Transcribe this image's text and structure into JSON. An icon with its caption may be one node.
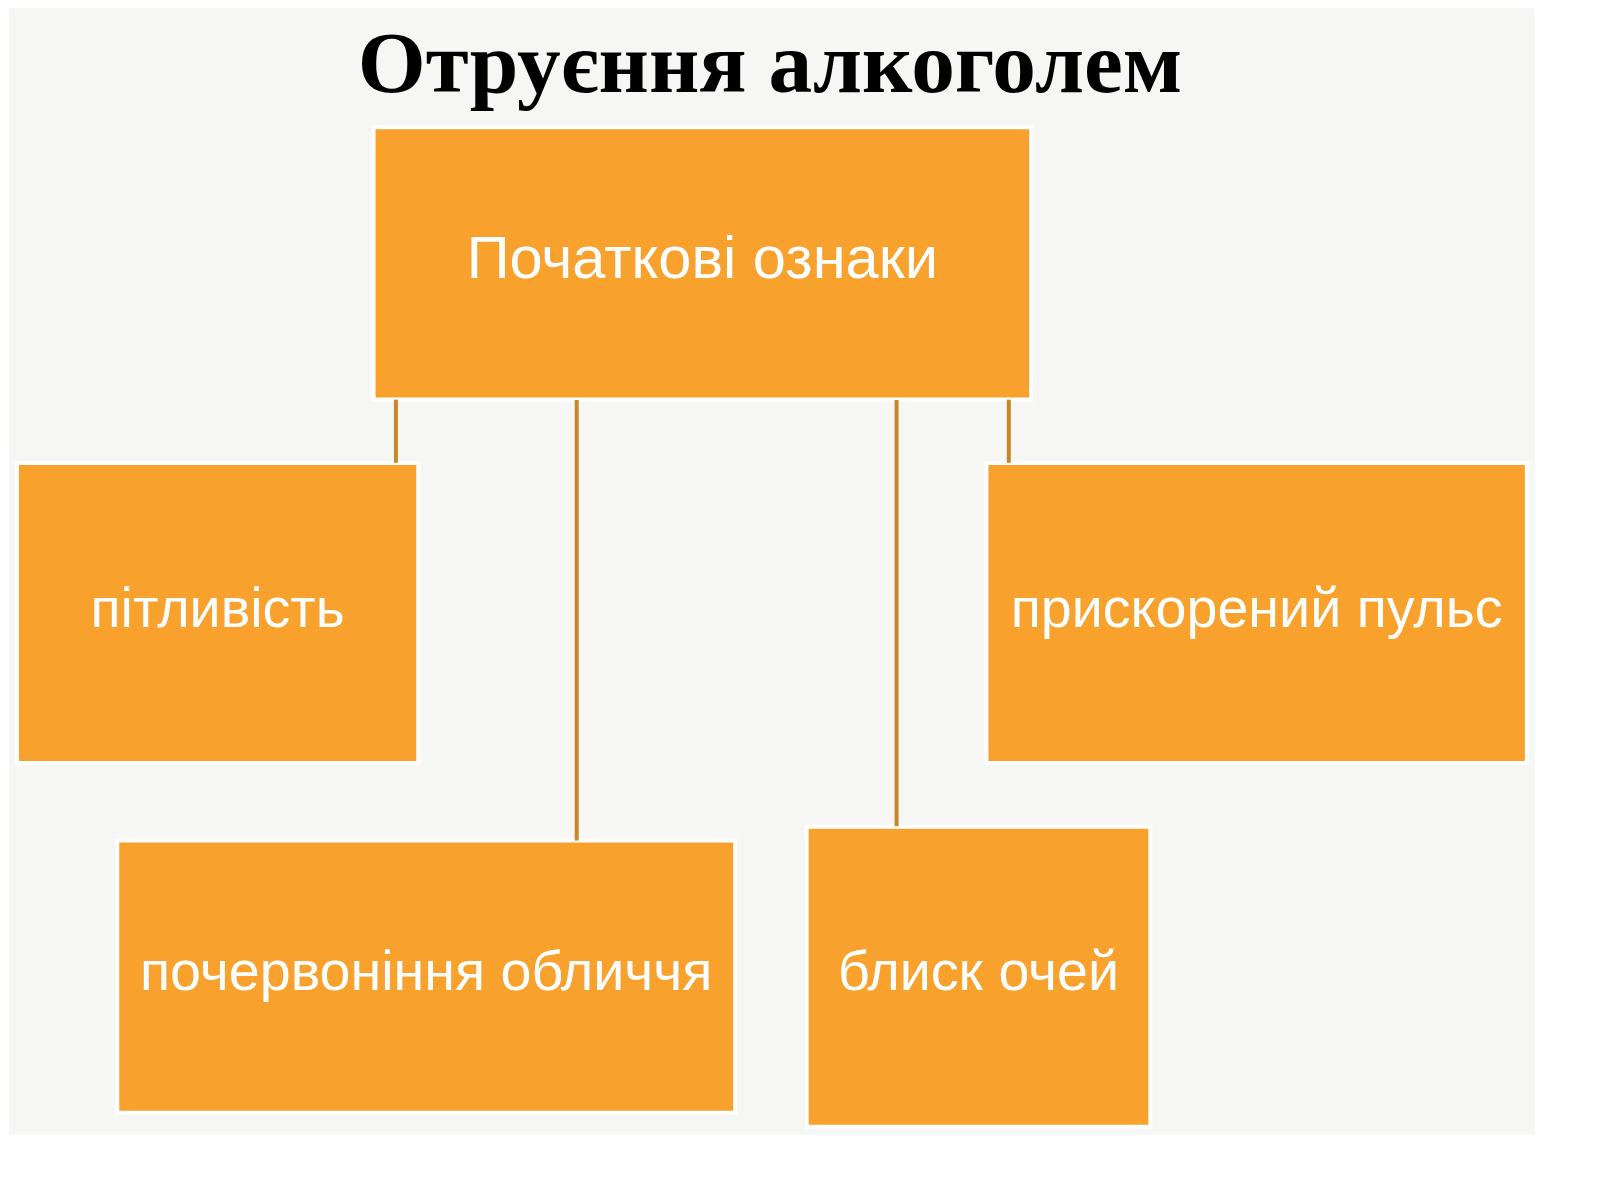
{
  "diagram": {
    "title": "Отруєння алкоголем",
    "nodes": [
      {
        "text": [
          "Початкові ознаки"
        ]
      },
      {
        "text": [
          "пітливість"
        ]
      },
      {
        "text": [
          "почервоніння обличчя"
        ]
      },
      {
        "text": [
          "блиск очей"
        ]
      },
      {
        "text": [
          "прискорений пульс"
        ]
      }
    ],
    "edges": [
      {
        "from": 0,
        "to": 1,
        "arrow": "none"
      },
      {
        "from": 0,
        "to": 2,
        "arrow": "none"
      },
      {
        "from": 0,
        "to": 3,
        "arrow": "none"
      },
      {
        "from": 0,
        "to": 4,
        "arrow": "none"
      }
    ]
  }
}
